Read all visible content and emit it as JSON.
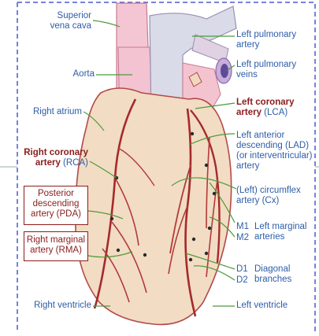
{
  "colors": {
    "frame": "#4a5ad0",
    "label": "#2d5da8",
    "emph": "#8a1c1c",
    "heart": "#f2dcc4",
    "vessel_outline": "#b34a4a",
    "leader": "#4d9a3a"
  },
  "labels": {
    "superior_vena_cava": [
      "Superior",
      "vena cava"
    ],
    "aorta": "Aorta",
    "right_atrium": "Right atrium",
    "rca_bold": "Right coronary",
    "rca_rest_bold": "artery",
    "rca_abbr": "(RCA)",
    "pda": [
      "Posterior",
      "descending",
      "artery (PDA)"
    ],
    "rma": [
      "Right marginal",
      "artery (RMA)"
    ],
    "right_ventricle": "Right ventricle",
    "left_pulmonary_artery": [
      "Left pulmonary",
      "artery"
    ],
    "left_pulmonary_veins": [
      "Left pulmonary",
      "veins"
    ],
    "lca_bold": [
      "Left coronary",
      "artery"
    ],
    "lca_abbr": "(LCA)",
    "lad": [
      "Left anterior",
      "descending (LAD)",
      "(or interventricular)",
      "artery"
    ],
    "cx": [
      "(Left) circumflex",
      "artery (Cx)"
    ],
    "m1": "M1",
    "m2": "M2",
    "marginal": [
      "Left marginal",
      "arteries"
    ],
    "d1": "D1",
    "d2": "D2",
    "diagonal": [
      "Diagonal",
      "branches"
    ],
    "left_ventricle": "Left ventricle"
  }
}
